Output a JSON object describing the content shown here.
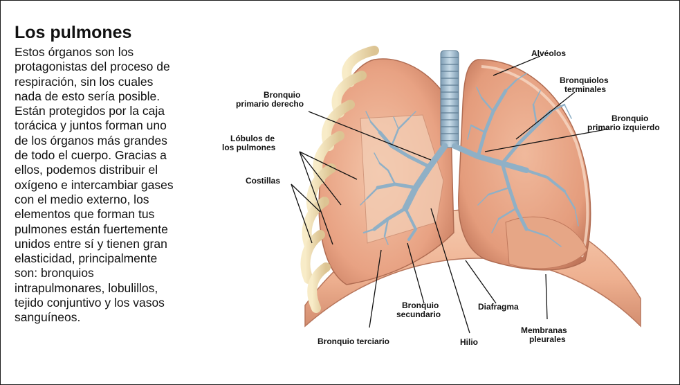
{
  "title": "Los pulmones",
  "description_lines": [
    "Estos órganos son los",
    "protagonistas del proceso de",
    "respiración, sin los cuales",
    "nada de esto sería posible.",
    "Están protegidos por la caja",
    "torácica y juntos forman uno",
    "de los órganos más grandes",
    "de todo el cuerpo. Gracias a",
    "ellos, podemos distribuir el",
    "oxígeno e intercambiar gases",
    "con el medio externo, los",
    "elementos que forman tus",
    "pulmones están fuertemente",
    "unidos entre sí y tienen gran",
    "elasticidad, principalmente",
    "son: bronquios",
    "intrapulmonares, lobulillos,",
    "tejido conjuntivo y los vasos",
    "sanguíneos."
  ],
  "labels": {
    "alveolos": "Alvéolos",
    "bronquiolos_1": "Bronquiolos",
    "bronquiolos_2": "terminales",
    "bronquio_izq_1": "Bronquio",
    "bronquio_izq_2": "primario izquierdo",
    "bronquio_der_1": "Bronquio",
    "bronquio_der_2": "primario derecho",
    "lobulos_1": "Lóbulos de",
    "lobulos_2": "los pulmones",
    "costillas": "Costillas",
    "bronquio_sec_1": "Bronquio",
    "bronquio_sec_2": "secundario",
    "diafragma": "Diafragma",
    "bronquio_terciario": "Bronquio terciario",
    "hilio": "Hilio",
    "membranas_1": "Membranas",
    "membranas_2": "pleurales"
  },
  "colors": {
    "lung": "#e9a888",
    "lung_dark": "#c77e63",
    "lung_light": "#f3c8ad",
    "rib": "#f1dfb6",
    "bronchi": "#a9c4d6",
    "bronchi_dark": "#6d8aa0",
    "trachea": "#9bb9d0"
  }
}
